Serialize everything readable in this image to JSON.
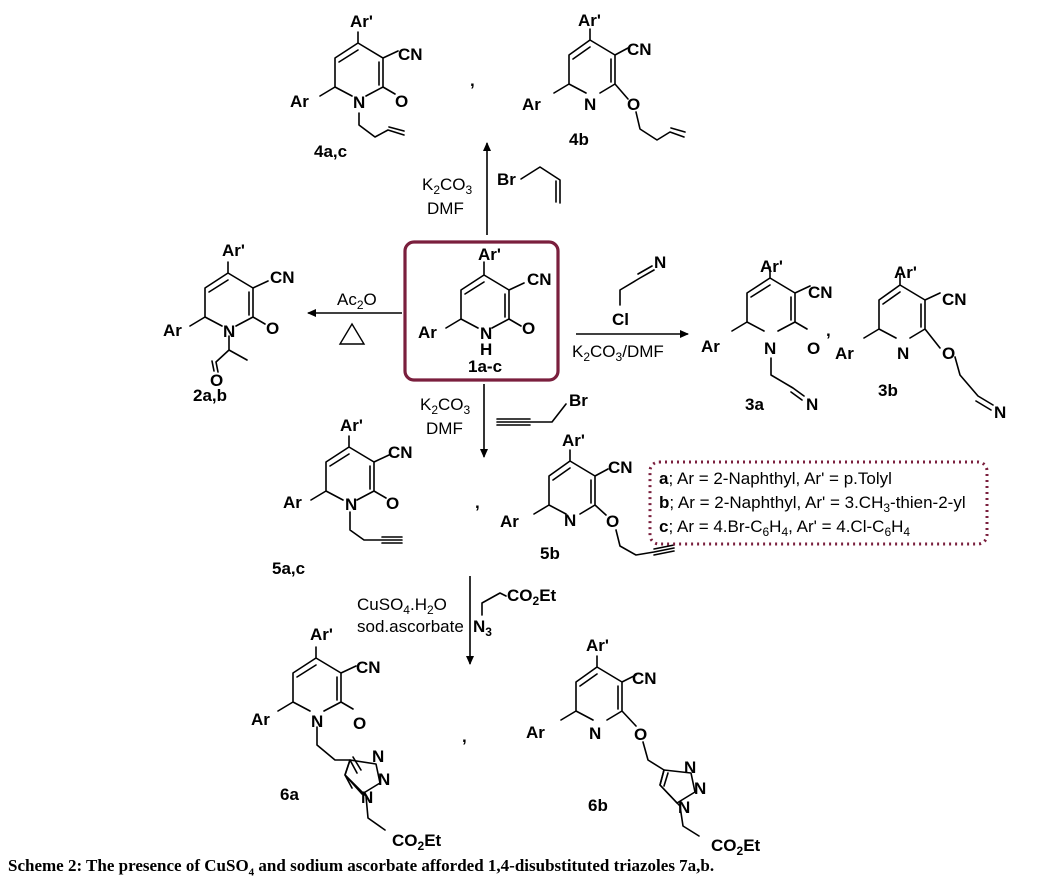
{
  "compounds": {
    "c1": {
      "ar": "Ar",
      "arp": "Ar'",
      "cn": "CN",
      "x": "O",
      "n": "N",
      "h": "H",
      "label": "1a-c"
    },
    "c2": {
      "ar": "Ar",
      "arp": "Ar'",
      "cn": "CN",
      "x": "O",
      "n": "N",
      "acyl_o": "O",
      "label": "2a,b"
    },
    "c3a": {
      "ar": "Ar",
      "arp": "Ar'",
      "cn": "CN",
      "x": "O",
      "n": "N",
      "nitrile_n": "N",
      "label": "3a"
    },
    "c3b": {
      "ar": "Ar",
      "arp": "Ar'",
      "cn": "CN",
      "n": "N",
      "o": "O",
      "nitrile_n": "N",
      "label": "3b"
    },
    "c4a": {
      "ar": "Ar",
      "arp": "Ar'",
      "cn": "CN",
      "x": "O",
      "n": "N",
      "label": "4a,c"
    },
    "c4b": {
      "ar": "Ar",
      "arp": "Ar'",
      "cn": "CN",
      "n": "N",
      "o": "O",
      "label": "4b"
    },
    "c5a": {
      "ar": "Ar",
      "arp": "Ar'",
      "cn": "CN",
      "x": "O",
      "n": "N",
      "label": "5a,c"
    },
    "c5b": {
      "ar": "Ar",
      "arp": "Ar'",
      "cn": "CN",
      "n": "N",
      "o": "O",
      "label": "5b"
    },
    "c6a": {
      "ar": "Ar",
      "arp": "Ar'",
      "cn": "CN",
      "x": "O",
      "n": "N",
      "tri_n1": "N",
      "tri_n2": "N",
      "tri_n3": "N",
      "ester": "CO",
      "ester_sub": "2",
      "ester_tail": "Et",
      "label": "6a"
    },
    "c6b": {
      "ar": "Ar",
      "arp": "Ar'",
      "cn": "CN",
      "n": "N",
      "o": "O",
      "tri_n1": "N",
      "tri_n2": "N",
      "tri_n3": "N",
      "ester": "CO",
      "ester_sub": "2",
      "ester_tail": "Et",
      "label": "6b"
    }
  },
  "separator": ",",
  "reagents": {
    "up_base": "K",
    "up_base_sub1": "2",
    "up_base_mid": "CO",
    "up_base_sub2": "3",
    "up_solvent": "DMF",
    "up_halide": "Br",
    "left_reagent": "Ac",
    "left_reagent_sub": "2",
    "left_reagent_tail": "O",
    "right_halide": "Cl",
    "right_nitrile": "N",
    "right_cond": "K",
    "right_cond_sub1": "2",
    "right_cond_mid": "CO",
    "right_cond_sub2": "3",
    "right_cond_tail": "/DMF",
    "down_base": "K",
    "down_base_sub1": "2",
    "down_base_mid": "CO",
    "down_base_sub2": "3",
    "down_solvent": "DMF",
    "down_halide": "Br",
    "click_cat": "CuSO",
    "click_cat_sub": "4",
    "click_cat_tail": ".H",
    "click_cat_sub2": "2",
    "click_cat_tail2": "O",
    "click_red": "sod.ascorbate",
    "azide_ester": "CO",
    "azide_ester_sub": "2",
    "azide_ester_tail": "Et",
    "azide": "N",
    "azide_sub": "3"
  },
  "legend": {
    "a_key": "a",
    "a_text": "; Ar = 2-Naphthyl, Ar' = p.Tolyl",
    "b_key": "b",
    "b_text": "; Ar = 2-Naphthyl, Ar' = 3.CH",
    "b_sub": "3",
    "b_tail": "-thien-2-yl",
    "c_key": "c",
    "c_text": "; Ar = 4.Br-C",
    "c_sub1": "6",
    "c_mid": "H",
    "c_sub2": "4",
    "c_text2": ", Ar' = 4.Cl-C",
    "c_sub3": "6",
    "c_mid2": "H",
    "c_sub4": "4"
  },
  "caption": {
    "prefix": "Scheme 2: The presence of CuSO",
    "sub": "4",
    "suffix": " and sodium ascorbate afforded 1,4-disubstituted triazoles 7a,b."
  },
  "colors": {
    "frame": "#7a1f3d",
    "ink": "#000000"
  }
}
